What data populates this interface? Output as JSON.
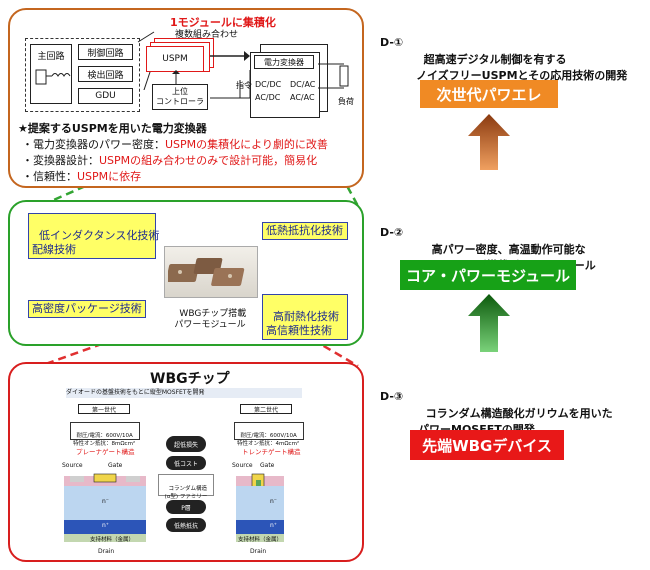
{
  "panel1": {
    "banner": "1モジュールに集積化",
    "combo_label": "複数組み合わせ",
    "main_circuit": "主回路",
    "control_circuit": "制御回路",
    "detect_circuit": "検出回路",
    "gdu": "GDU",
    "uspm": "USPM",
    "converter": "電力変換器",
    "dcdc": "DC/DC",
    "dcac": "DC/AC",
    "acdc": "AC/DC",
    "acac": "AC/AC",
    "upper_ctrl": "上位\nコントローラ",
    "command": "指令",
    "load": "負荷",
    "proposal": "★提案するUSPMを用いた電力変換器",
    "bullets": [
      {
        "head": "・電力変換器のパワー密度：",
        "body": "USPMの集積化により劇的に改善"
      },
      {
        "head": "・変換器設計：",
        "body": "USPMの組み合わせのみで設計可能，簡易化"
      },
      {
        "head": "・信頼性：",
        "body": "USPMに依存"
      }
    ]
  },
  "panel2": {
    "tech_low_inductance": "低インダクタンス化技術\n配線技術",
    "tech_low_thermal": "低熱抵抗化技術",
    "tech_high_density": "高密度パッケージ技術",
    "tech_heat_reliability": "高耐熱化技術\n高信頼性技術",
    "module_caption": "WBGチップ搭載\nパワーモジュール"
  },
  "panel3": {
    "title": "WBGチップ",
    "subtitle": "ダイオードの基盤技術をもとに縦型MOSFETを開発",
    "gen1_label": "第一世代",
    "gen2_label": "第二世代",
    "gen1_spec": "耐圧/電流：600V/10A\n特性オン抵抗：8mΩcm²",
    "gen2_spec": "耐圧/電流：600V/10A\n特性オン抵抗：4mΩcm²",
    "gen1_struct": "プレーナゲート構造",
    "gen2_struct": "トレンチゲート構造",
    "pill1": "超低損失",
    "pill2": "低コスト",
    "center_label": "コランダム構造\n(α型) ファミリー",
    "pill3": "P層",
    "pill4": "低熱抵抗",
    "source": "Source",
    "gate": "Gate",
    "drain": "Drain",
    "substrate": "支持材料（金属）",
    "n_minus": "n⁻",
    "n_plus": "n⁺",
    "p_label": "p"
  },
  "right": {
    "d1_code": "D-①",
    "d1_text": "超高速デジタル制御を有する\nノイズフリーUSPMとその応用技術の開発",
    "d1_tag": "次世代パワエレ",
    "d2_code": "D-②",
    "d2_text": "高パワー密度、高温動作可能な\nWBGチップ搭載パワーモジュール",
    "d2_tag": "コア・パワーモジュール",
    "d3_code": "D-③",
    "d3_text": "コランダム構造酸化ガリウムを用いた\nパワーMOSFETの開発",
    "d3_tag": "先端WBGデバイス"
  },
  "colors": {
    "panel1_border": "#c4661f",
    "panel2_border": "#2aa12a",
    "panel3_border": "#d81e1e",
    "tag1": "#f08a24",
    "tag2": "#17a117",
    "tag3": "#e81818",
    "red_text": "#e01818",
    "arrow_up": "#c05a1a",
    "arrow_mid": "#1a9a1a",
    "dash": "#33a533"
  }
}
